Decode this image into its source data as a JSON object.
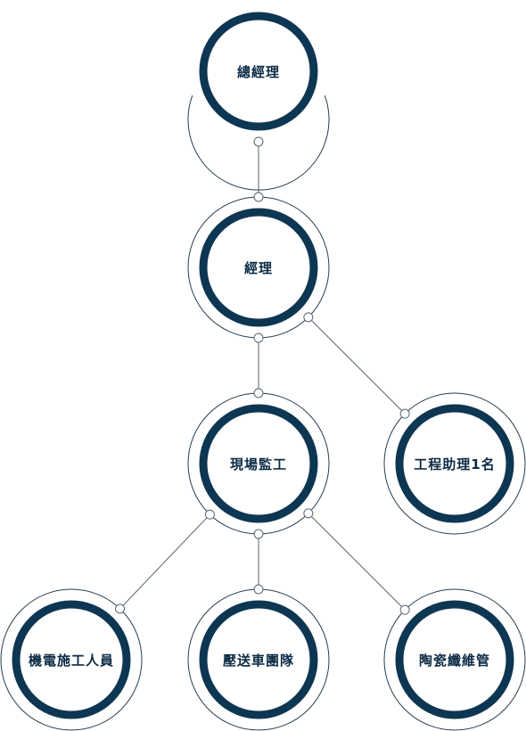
{
  "colors": {
    "ring": "#0d3652",
    "outline": "#2a3d4f",
    "connector": "#5b6672",
    "background": "#ffffff"
  },
  "nodes": [
    {
      "id": "general-manager",
      "label": "總經理"
    },
    {
      "id": "manager",
      "label": "經理"
    },
    {
      "id": "site-supervisor",
      "label": "現場監工"
    },
    {
      "id": "engineering-assistant",
      "label": "工程助理1名"
    },
    {
      "id": "mep-construction-staff",
      "label": "機電施工人員"
    },
    {
      "id": "concrete-pump-team",
      "label": "壓送車團隊"
    },
    {
      "id": "ceramic-fiber-maintenance",
      "label": "陶瓷纖維管"
    }
  ],
  "edges": [
    {
      "from": "general-manager",
      "to": "manager"
    },
    {
      "from": "manager",
      "to": "site-supervisor"
    },
    {
      "from": "manager",
      "to": "engineering-assistant"
    },
    {
      "from": "site-supervisor",
      "to": "mep-construction-staff"
    },
    {
      "from": "site-supervisor",
      "to": "concrete-pump-team"
    },
    {
      "from": "site-supervisor",
      "to": "ceramic-fiber-maintenance"
    }
  ]
}
